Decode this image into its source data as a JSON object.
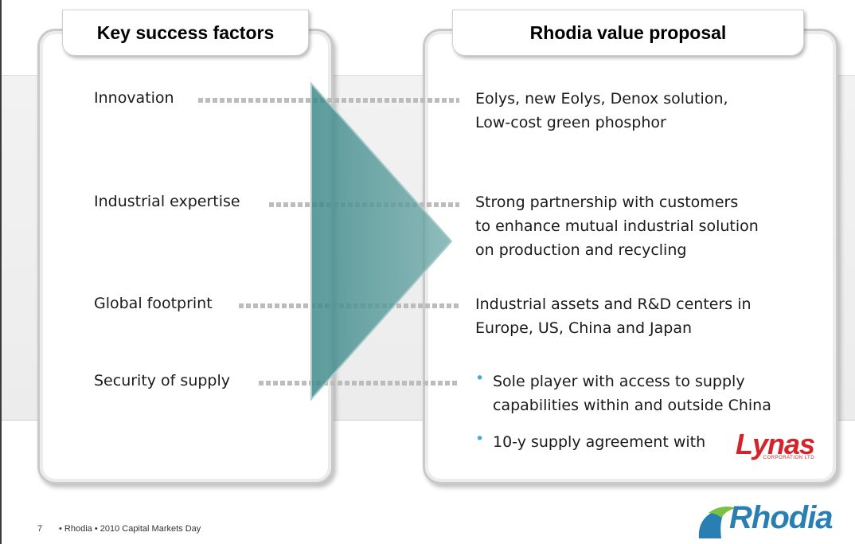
{
  "headers": {
    "left": "Key success factors",
    "right": "Rhodia value proposal"
  },
  "factors": [
    "Innovation",
    "Industrial expertise",
    "Global footprint",
    "Security of supply"
  ],
  "values": {
    "innovation": [
      "Eolys, new Eolys, Denox solution,",
      "Low-cost green phosphor"
    ],
    "industrial_expertise": [
      "Strong partnership with customers",
      "to enhance mutual industrial solution",
      "on production and recycling"
    ],
    "global_footprint": [
      "Industrial assets and R&D centers in",
      "Europe, US, China and Japan"
    ],
    "security_of_supply": {
      "bullet1": [
        "Sole player with access to supply",
        "capabilities within and outside China"
      ],
      "bullet2": "10-y supply agreement with",
      "bullet_char": "•"
    }
  },
  "lynas_logo": {
    "word": "Lynas",
    "sub": "CORPORATION LTD",
    "color": "#d5232a"
  },
  "footer": {
    "page_number": "7",
    "text": "• Rhodia • 2010 Capital Markets Day"
  },
  "rhodia_logo": {
    "word": "Rhodia",
    "color": "#2a7fb2",
    "accent": "#7cc242"
  },
  "colors": {
    "arrow": "#4f8f8f",
    "bullet": "#4aa8c8",
    "dots": "#bcbcbc"
  }
}
